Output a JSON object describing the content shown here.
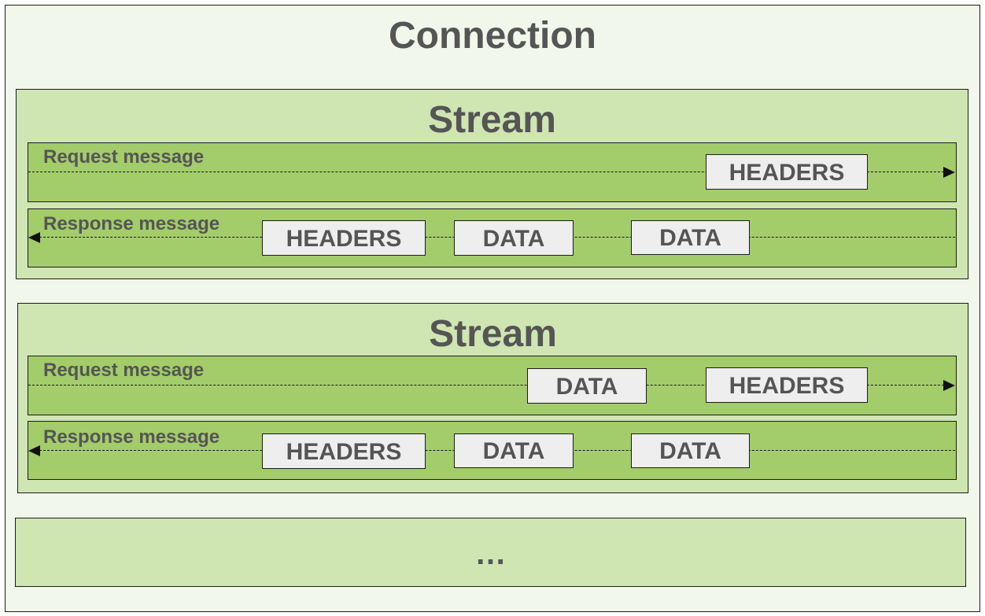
{
  "connection": {
    "title": "Connection"
  },
  "streams": [
    {
      "title": "Stream",
      "request": {
        "label": "Request message",
        "frames": [
          "HEADERS"
        ]
      },
      "response": {
        "label": "Response message",
        "frames": [
          "HEADERS",
          "DATA",
          "DATA"
        ]
      }
    },
    {
      "title": "Stream",
      "request": {
        "label": "Request message",
        "frames": [
          "DATA",
          "HEADERS"
        ]
      },
      "response": {
        "label": "Response message",
        "frames": [
          "HEADERS",
          "DATA",
          "DATA"
        ]
      }
    }
  ],
  "more": {
    "text": "…"
  },
  "colors": {
    "connection_bg": "#f1f7ea",
    "stream_bg": "#cfe5b2",
    "message_bg": "#a3cc6a",
    "frame_bg": "#eeeeee",
    "text": "#555555"
  }
}
